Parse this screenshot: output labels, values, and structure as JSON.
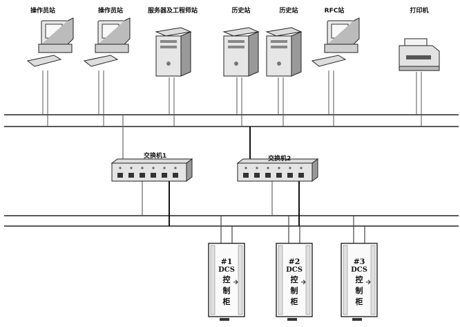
{
  "nodes": {
    "op1": "操作员站",
    "op2": "操作员站",
    "eng": "服务器及工程师站",
    "hist1": "历史站",
    "hist2": "历史站",
    "rfc": "RFC站",
    "printer": "打印机"
  },
  "switches": {
    "sw1": "交换机1",
    "sw2": "交换机2"
  },
  "cabinets": [
    {
      "num": "#1",
      "l1": "DCS",
      "l2": "控",
      "l3": "制",
      "l4": "柜"
    },
    {
      "num": "#2",
      "l1": "DCS",
      "l2": "控",
      "l3": "制",
      "l4": "柜"
    },
    {
      "num": "#3",
      "l1": "DCS",
      "l2": "控",
      "l3": "制",
      "l4": "柜"
    }
  ]
}
